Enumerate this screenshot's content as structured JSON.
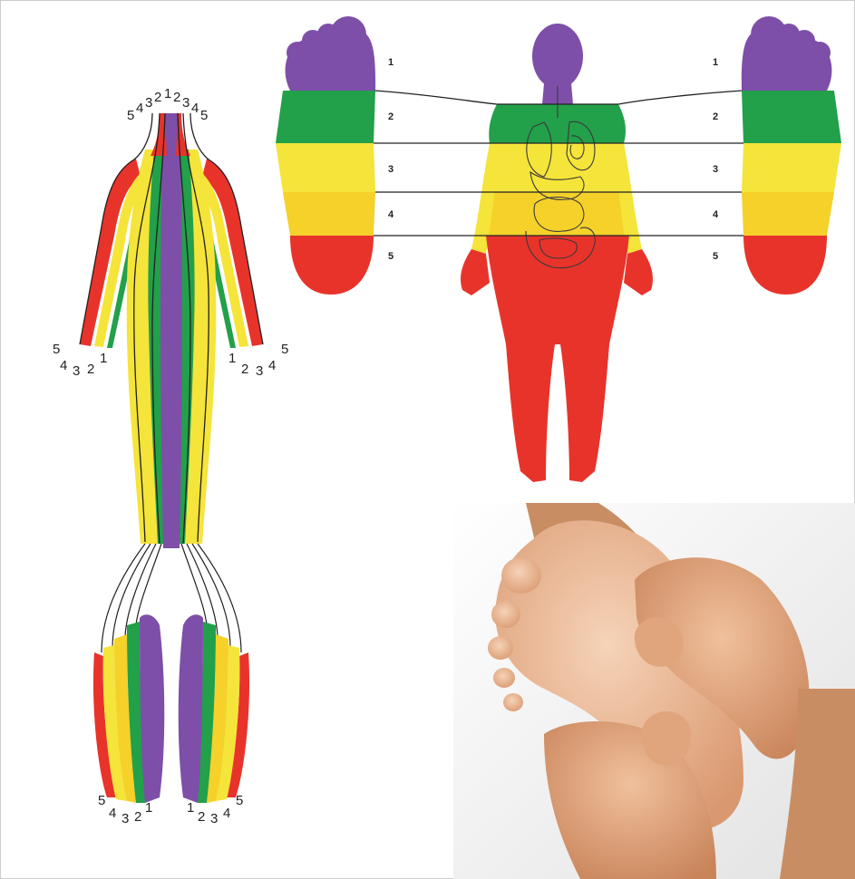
{
  "zones": {
    "colors": [
      "#7d4fa8",
      "#22a04a",
      "#f5e43a",
      "#f5d12a",
      "#e8332b"
    ],
    "labels": [
      "1",
      "2",
      "3",
      "4",
      "5"
    ]
  },
  "body_chart": {
    "neck_labels_left": [
      "5",
      "4",
      "3",
      "2",
      "1"
    ],
    "neck_labels_right": [
      "2",
      "3",
      "4",
      "5"
    ],
    "left_hand_top": [
      "5"
    ],
    "left_hand_bottom": [
      "4",
      "3",
      "2",
      "1"
    ],
    "right_hand_top": [
      "5"
    ],
    "right_hand_bottom": [
      "1",
      "2",
      "3",
      "4"
    ],
    "left_sole_top": [
      "5"
    ],
    "left_sole_bottom": [
      "4",
      "3",
      "2",
      "1"
    ],
    "right_sole_bottom": [
      "1",
      "2",
      "3",
      "4"
    ],
    "right_sole_top": [
      "5"
    ]
  },
  "zone_chart": {
    "left_labels": [
      "1",
      "2",
      "3",
      "4",
      "5"
    ],
    "right_labels": [
      "1",
      "2",
      "3",
      "4",
      "5"
    ]
  },
  "photo": {
    "subject": "hands massaging the sole of a foot",
    "colors": {
      "skin": "#e8b48f",
      "towel": "#f2f2f2"
    }
  }
}
